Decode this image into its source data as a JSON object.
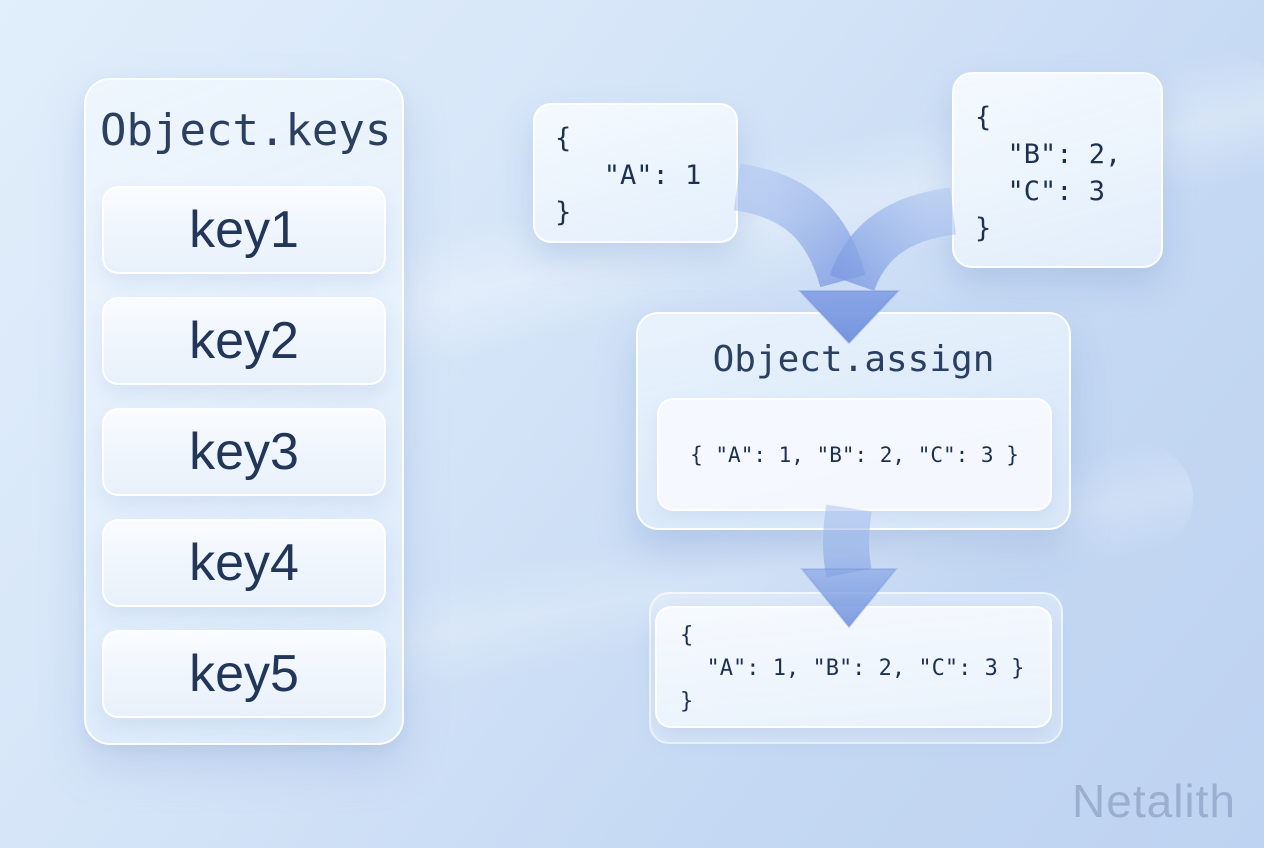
{
  "watermark": "Netalith",
  "keys_panel": {
    "title": "Object.keys",
    "items": [
      "key1",
      "key2",
      "key3",
      "key4",
      "key5"
    ]
  },
  "object_a": {
    "code": "{\n   \"A\": 1\n}"
  },
  "object_b": {
    "code": "{\n  \"B\": 2,\n  \"C\": 3\n}"
  },
  "assign_box": {
    "title": "Object.assign",
    "code": "{ \"A\": 1, \"B\": 2, \"C\": 3 }"
  },
  "result_box": {
    "code": "{\n  \"A\": 1, \"B\": 2, \"C\": 3 }\n}"
  },
  "colors": {
    "background_top": "#e1eefb",
    "background_bottom": "#bed3f1",
    "card_fill": "#f0f6fd",
    "title_text": "#2b3f60",
    "code_text": "#1e3050",
    "arrow_blue": "#7d9ce2",
    "watermark_color": "#8fa0c2"
  }
}
